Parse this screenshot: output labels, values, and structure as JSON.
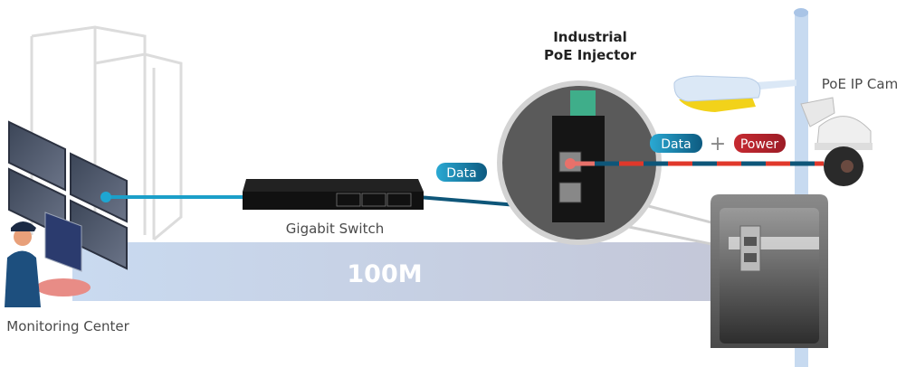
{
  "labels": {
    "monitoring_center": "Monitoring Center",
    "gigabit_switch": "Gigabit Switch",
    "injector_line1": "Industrial",
    "injector_line2": "PoE Injector",
    "ip_cam": "PoE IP Cam",
    "distance": "100M"
  },
  "pills": {
    "data_1": "Data",
    "data_2": "Data",
    "plus": "+",
    "power": "Power"
  },
  "colors": {
    "data_cable": "#1b9fc9",
    "data_cable_dark": "#0e5679",
    "power_cable": "#e0382b",
    "data_pill": "#1a8cb5",
    "power_pill": "#b3202a",
    "pole": "#c7daf0"
  }
}
